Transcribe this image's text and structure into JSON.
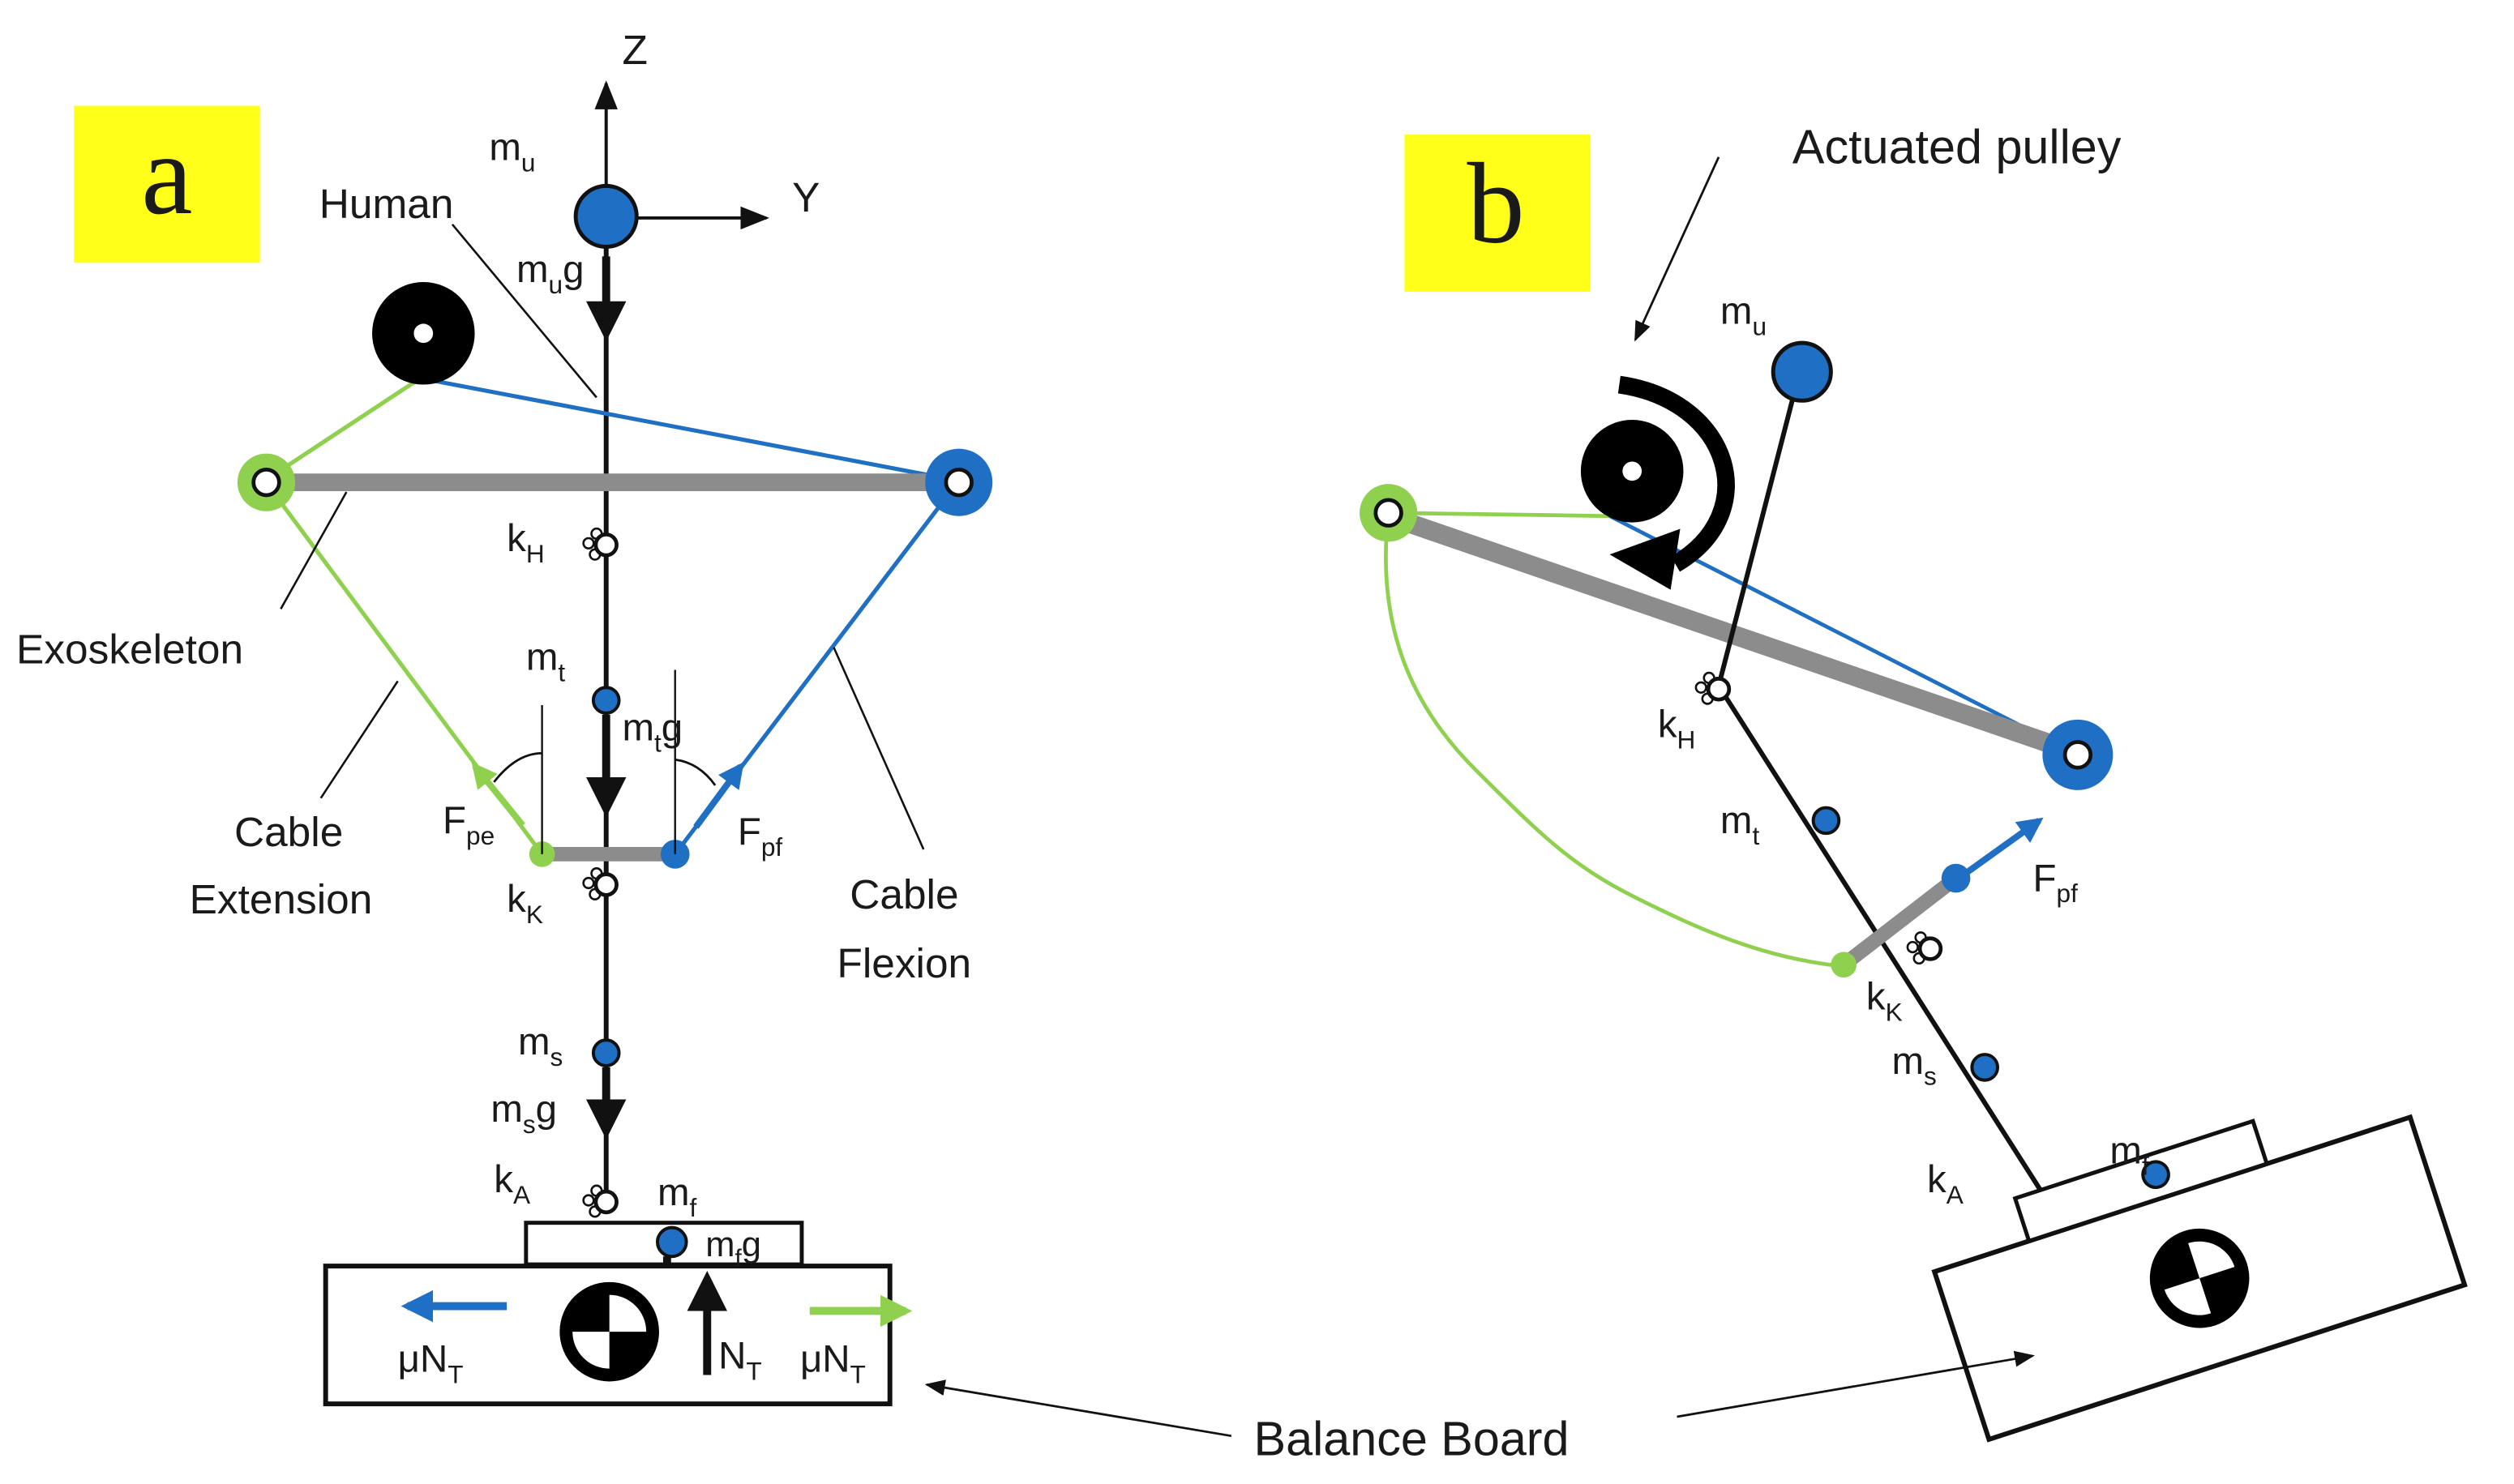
{
  "panels": {
    "a": "a",
    "b": "b"
  },
  "labels": {
    "z_axis": "Z",
    "y_axis": "Y",
    "human": "Human",
    "exoskeleton": "Exoskeleton",
    "cable_extension_1": "Cable",
    "cable_extension_2": "Extension",
    "cable_flexion_1": "Cable",
    "cable_flexion_2": "Flexion",
    "actuated_pulley": "Actuated pulley",
    "balance_board": "Balance Board"
  },
  "symbols": {
    "m": "m",
    "k": "k",
    "F": "F",
    "g": "g",
    "mu_n": "μN",
    "n": "N",
    "sub_u": "u",
    "sub_t": "t",
    "sub_s": "s",
    "sub_f": "f",
    "sub_H": "H",
    "sub_K": "K",
    "sub_A": "A",
    "sub_T": "T",
    "sub_pe": "pe",
    "sub_pf": "pf"
  },
  "colors": {
    "flexion_cable": "#1f6fc4",
    "extension_cable": "#8fd14f",
    "mass_dot": "#1f6fc4",
    "exo_bar": "#8c8c8c",
    "panel_tag": "#ffff1a",
    "ink": "#111111"
  }
}
